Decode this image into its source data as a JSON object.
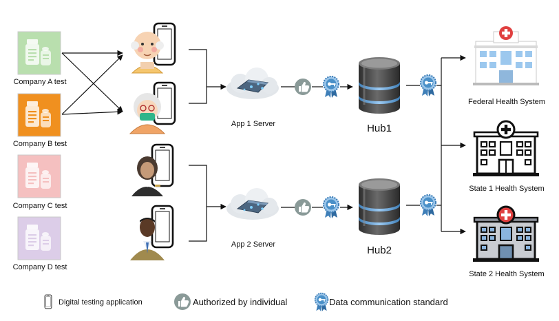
{
  "companies": [
    {
      "label": "Company A test",
      "color": "#b9dfae"
    },
    {
      "label": "Company B test",
      "color": "#f0901f"
    },
    {
      "label": "Company C test",
      "color": "#f5b5b5"
    },
    {
      "label": "Company D test",
      "color": "#d6c4e2"
    }
  ],
  "servers": [
    {
      "label": "App 1 Server"
    },
    {
      "label": "App 2 Server"
    }
  ],
  "hubs": [
    {
      "label": "Hub1"
    },
    {
      "label": "Hub2"
    }
  ],
  "systems": [
    {
      "label": "Federal Health System"
    },
    {
      "label": "State 1 Health System"
    },
    {
      "label": "State 2 Health System"
    }
  ],
  "legend": {
    "phone": "Digital testing application",
    "thumb": "Authorized by individual",
    "badge": "Data communication standard"
  },
  "icons": {
    "phone": "smartphone-icon",
    "thumb": "thumbs-up-icon",
    "badge": "ribbon-badge-icon",
    "cloud": "cloud-server-icon",
    "hub": "database-icon",
    "hospital": "hospital-icon"
  },
  "colors": {
    "arrow": "#111111",
    "hub": "#4a4a4a",
    "hub_band": "#6aa8dd",
    "badge": "#4a90c8",
    "thumb": "#8a9a98",
    "hospital_cross": "#e04040",
    "hospital_glass": "#9cc8ee"
  }
}
